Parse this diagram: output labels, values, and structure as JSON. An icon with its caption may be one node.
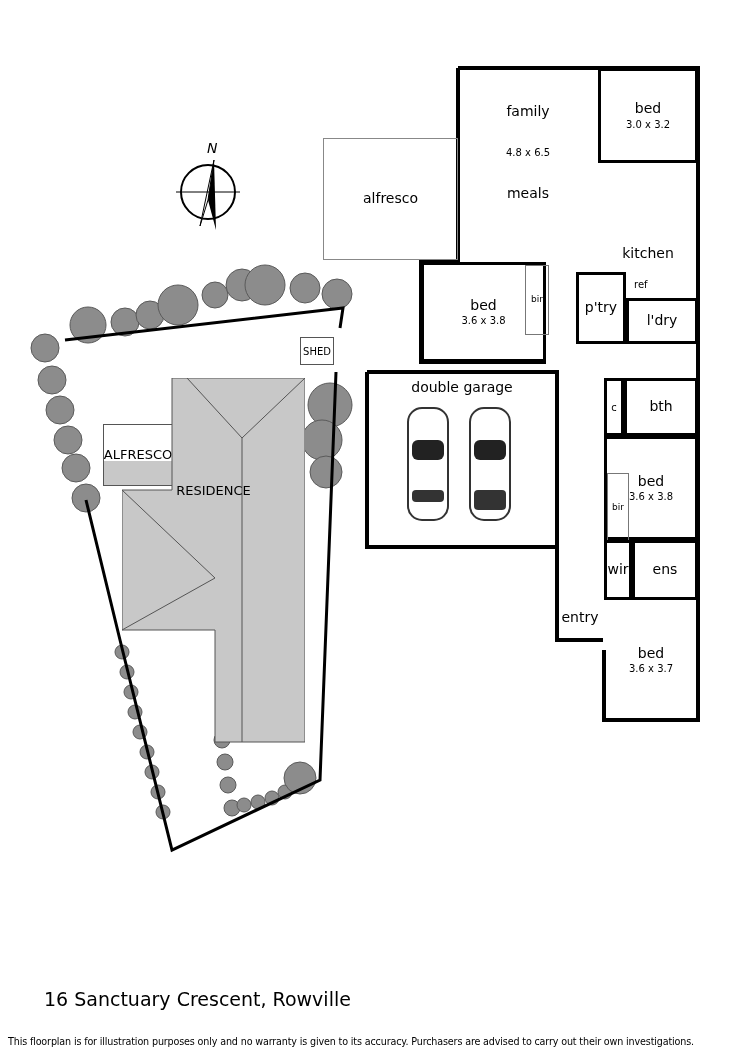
{
  "diagram": {
    "title": "16 Sanctuary Crescent, Rowville",
    "caption": "This floorplan is for illustration purposes only and no warranty is given to its accuracy. Purchasers are advised to carry out their own investigations.",
    "nodes": [
      {
        "text": [
          "family",
          "4.8 x 6.5",
          "meals"
        ]
      },
      {
        "text": [
          "bed",
          "3.0 x 3.2"
        ]
      },
      {
        "text": [
          "alfresco"
        ]
      },
      {
        "text": [
          "kitchen"
        ]
      },
      {
        "text": [
          "bed",
          "3.6 x 3.8"
        ]
      },
      {
        "text": [
          "bir"
        ],
        "in": 4
      },
      {
        "text": [
          "p'try"
        ]
      },
      {
        "text": [
          "l'dry"
        ]
      },
      {
        "text": [
          "SHED"
        ]
      },
      {
        "text": [
          "double garage"
        ]
      },
      {
        "text": [
          "c"
        ]
      },
      {
        "text": [
          "bth"
        ]
      },
      {
        "text": [
          "ALFRESCO"
        ]
      },
      {
        "text": [
          "RESIDENCE"
        ]
      },
      {
        "text": [
          "bed",
          "3.6 x 3.8"
        ]
      },
      {
        "text": [
          "bir"
        ],
        "in": 14
      },
      {
        "text": [
          "wir"
        ]
      },
      {
        "text": [
          "ens"
        ]
      },
      {
        "text": [
          "entry"
        ]
      },
      {
        "text": [
          "bed",
          "3.6 x 3.7"
        ]
      }
    ],
    "labels": [
      "N",
      "ref"
    ]
  }
}
